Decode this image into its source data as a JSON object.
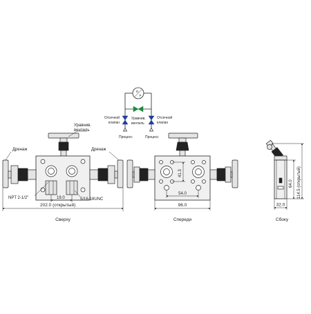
{
  "schematic": {
    "gauge_symbol": "P",
    "gauge_symbol_sub": "D",
    "left_valve_label": [
      "Отсечной",
      "клапан"
    ],
    "center_valve_label": [
      "Уравнив.",
      "вентиль"
    ],
    "right_valve_label": [
      "Отсечной",
      "клапан"
    ],
    "left_process": "Процесс",
    "right_process": "Процесс",
    "colors": {
      "isolation": "#1f3f99",
      "equalizer": "#1f8a3a"
    }
  },
  "top_view": {
    "caption": "Сверху",
    "equalizer_label": [
      "Уравнив.",
      "вентиль"
    ],
    "drain_left": "Дренаж",
    "drain_right": "Дренаж",
    "npt_label": "NPT 2-1/2\"",
    "dim_19": "19.0",
    "unc_label": "5/16-18UNC",
    "width_label": "202.0 (открытый)"
  },
  "front_view": {
    "caption": "Спереди",
    "dim_413": "41.3",
    "dim_540": "54.0",
    "dim_960": "96.0"
  },
  "side_view": {
    "caption": "Сбоку",
    "height_open": "114.5 (открытый)",
    "height_640": "64.0",
    "width_320": "32.0"
  }
}
